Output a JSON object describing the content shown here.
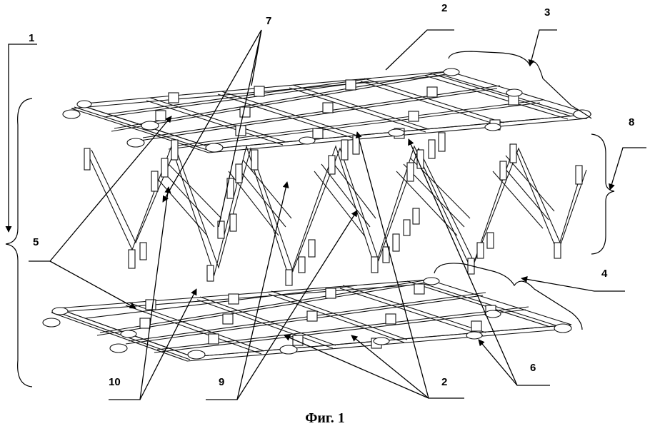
{
  "caption": "Фиг. 1",
  "labels": {
    "l1": "1",
    "l2a": "2",
    "l2b": "2",
    "l3": "3",
    "l4": "4",
    "l5": "5",
    "l6": "6",
    "l7": "7",
    "l8": "8",
    "l9": "9",
    "l10": "10"
  }
}
